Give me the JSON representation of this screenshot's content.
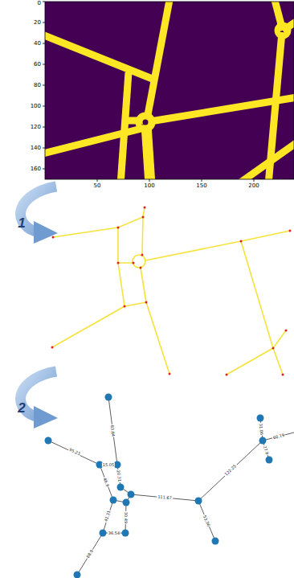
{
  "diagram": {
    "labels": [
      "0",
      "20",
      "40",
      "60",
      "80",
      "100",
      "120",
      "140",
      "160",
      "50",
      "100",
      "150",
      "200",
      "1",
      "2",
      "95.23",
      "83.84",
      "15.05",
      "20.31",
      "46.9",
      "41.31",
      "30.49",
      "36.54",
      "68.9",
      "111.67",
      "122.25",
      "53.36",
      "31.06",
      "60.19",
      "27.8"
    ]
  }
}
